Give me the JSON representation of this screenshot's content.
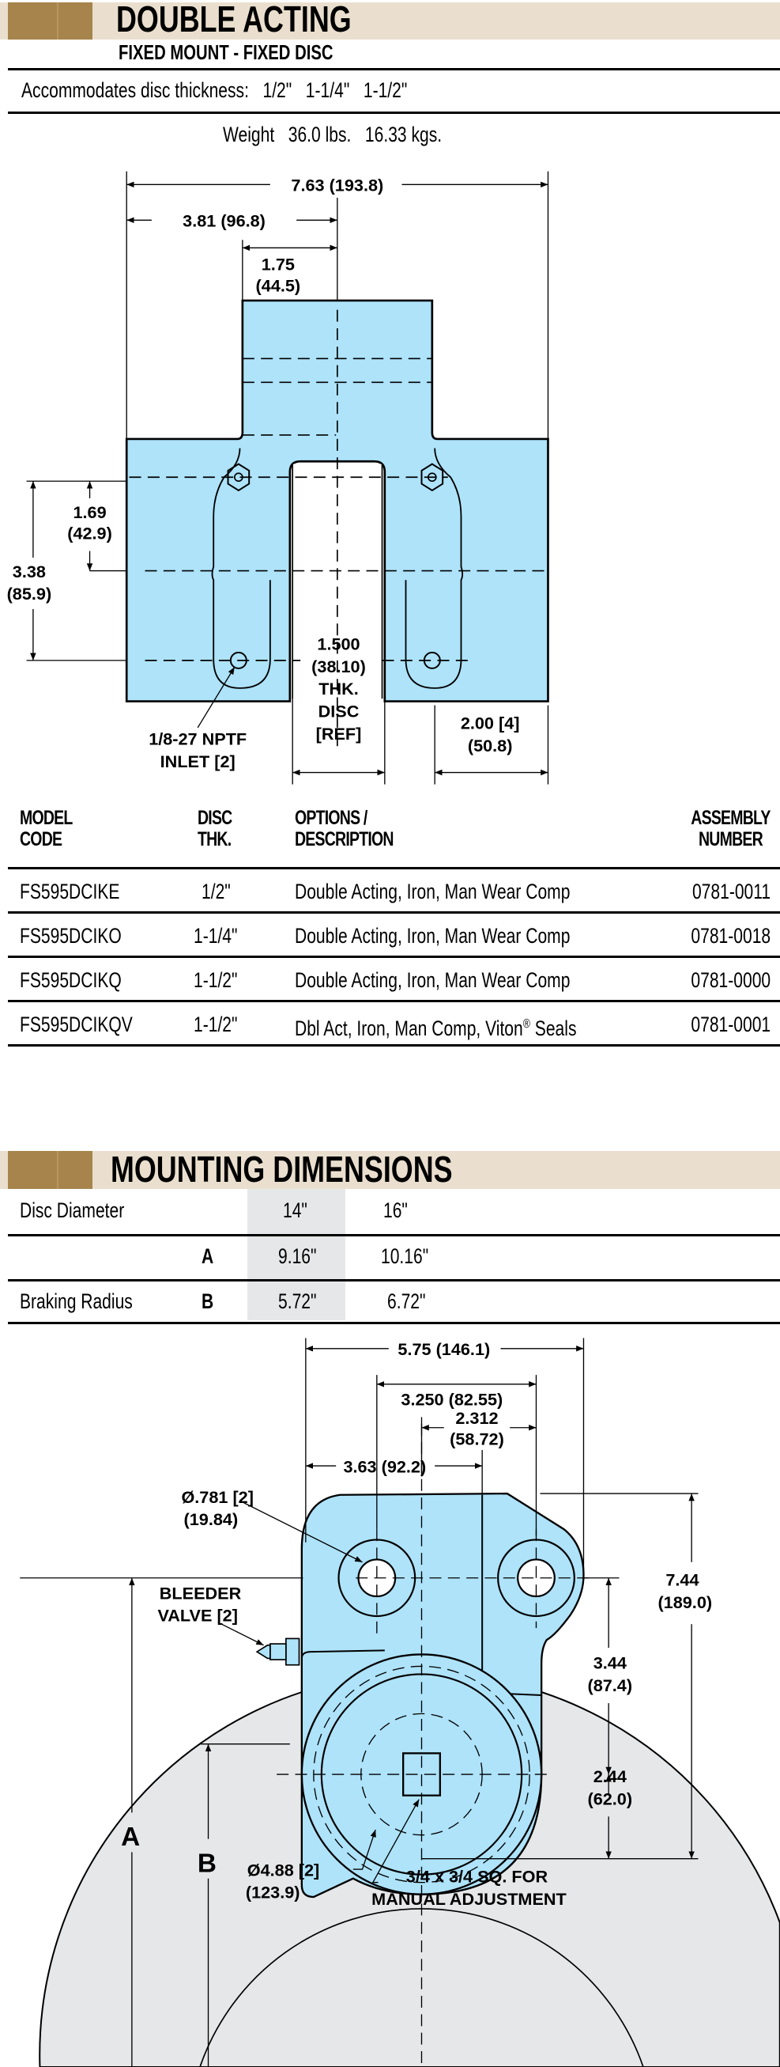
{
  "section1": {
    "title": "DOUBLE ACTING",
    "subtitle": "FIXED MOUNT - FIXED DISC",
    "accommodates_label": "Accommodates disc thickness:",
    "thicknesses": [
      "1/2\"",
      "1-1/4\"",
      "1-1/2\""
    ],
    "weight_label": "Weight",
    "weight_lbs": "36.0 lbs.",
    "weight_kgs": "16.33 kgs."
  },
  "drawing1": {
    "overall_width": "7.63 (193.8)",
    "half_width": "3.81 (96.8)",
    "block_w1": "1.75",
    "block_w2": "(44.5)",
    "h1_1": "1.69",
    "h1_2": "(42.9)",
    "h2_1": "3.38",
    "h2_2": "(85.9)",
    "disc_1": "1.500",
    "disc_2": "(38.10)",
    "disc_3": "THK.",
    "disc_4": "DISC",
    "disc_5": "[REF]",
    "inlet_1": "1/8-27 NPTF",
    "inlet_2": "INLET [2]",
    "side_1": "2.00 [4]",
    "side_2": "(50.8)"
  },
  "table": {
    "headers": [
      {
        "l1": "MODEL",
        "l2": "CODE"
      },
      {
        "l1": "DISC",
        "l2": "THK."
      },
      {
        "l1": "OPTIONS /",
        "l2": "DESCRIPTION"
      },
      {
        "l1": "ASSEMBLY",
        "l2": "NUMBER"
      }
    ],
    "rows": [
      {
        "model": "FS595DCIKE",
        "thk": "1/2\"",
        "desc": "Double Acting, Iron, Man Wear Comp",
        "desc_sup": "",
        "desc_tail": "",
        "assembly": "0781-0011"
      },
      {
        "model": "FS595DCIKO",
        "thk": "1-1/4\"",
        "desc": "Double Acting, Iron, Man Wear Comp",
        "desc_sup": "",
        "desc_tail": "",
        "assembly": "0781-0018"
      },
      {
        "model": "FS595DCIKQ",
        "thk": "1-1/2\"",
        "desc": "Double Acting, Iron, Man Wear Comp",
        "desc_sup": "",
        "desc_tail": "",
        "assembly": "0781-0000"
      },
      {
        "model": "FS595DCIKQV",
        "thk": "1-1/2\"",
        "desc": "Dbl Act, Iron, Man Comp, Viton",
        "desc_sup": "®",
        "desc_tail": " Seals",
        "assembly": "0781-0001"
      }
    ]
  },
  "section2": {
    "title": "MOUNTING DIMENSIONS",
    "rows": [
      {
        "label": "Disc Diameter",
        "key": "",
        "v14": "14\"",
        "v16": "16\""
      },
      {
        "label": "",
        "key": "A",
        "v14": "9.16\"",
        "v16": "10.16\""
      },
      {
        "label": "Braking Radius",
        "key": "B",
        "v14": "5.72\"",
        "v16": "6.72\""
      }
    ]
  },
  "drawing2": {
    "d575": "5.75 (146.1)",
    "d3250": "3.250 (82.55)",
    "d2312_1": "2.312",
    "d2312_2": "(58.72)",
    "d363": "3.63 (92.2)",
    "hole_1": "Ø.781 [2]",
    "hole_2": "(19.84)",
    "bleeder_1": "BLEEDER",
    "bleeder_2": "VALVE [2]",
    "d744_1": "7.44",
    "d744_2": "(189.0)",
    "d344_1": "3.44",
    "d344_2": "(87.4)",
    "d244_1": "2.44",
    "d244_2": "(62.0)",
    "piston_1": "Ø4.88 [2]",
    "piston_2": "(123.9)",
    "sq_1": "3/4 x 3/4 SQ. FOR",
    "sq_2": "MANUAL ADJUSTMENT",
    "label_a": "A",
    "label_b": "B"
  },
  "colors": {
    "gold": "#a6844b",
    "band": "#eadfce",
    "part": "#aee3fa",
    "disc": "#e6e7e9"
  }
}
